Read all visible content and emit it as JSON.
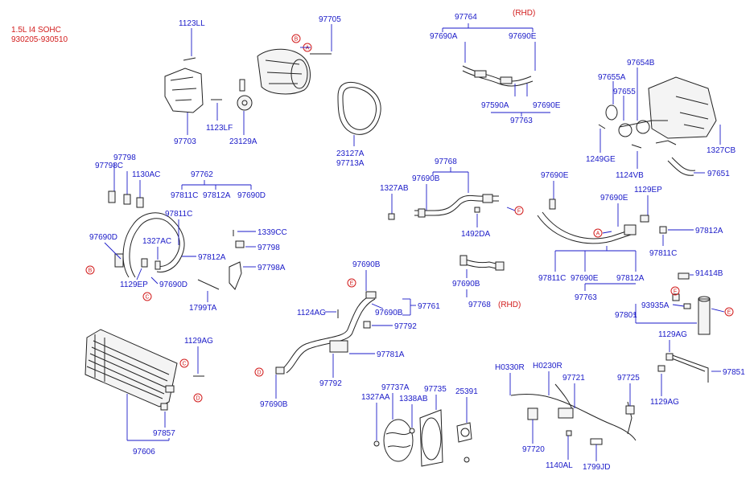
{
  "header": {
    "engine": "1.5L I4 SOHC",
    "date_range": "930205-930510"
  },
  "rhd_note": "(RHD)",
  "part_labels": {
    "p1123LL": "1123LL",
    "p97705": "97705",
    "p97703": "97703",
    "p1123LF": "1123LF",
    "p23129A": "23129A",
    "p23127A": "23127A",
    "p97713A": "97713A",
    "p97764": "97764",
    "p97690A_a": "97690A",
    "p97690E_a": "97690E",
    "p97590A": "97590A",
    "p97690E_b": "97690E",
    "p97763_top": "97763",
    "p97654B": "97654B",
    "p97655A": "97655A",
    "p97655": "97655",
    "p1249GE": "1249GE",
    "p1124VB": "1124VB",
    "p1327CB": "1327CB",
    "p97651": "97651",
    "p97798": "97798",
    "p97798C": "97798C",
    "p1130AC": "1130AC",
    "p97762": "97762",
    "p97811C_a": "97811C",
    "p97812A_a": "97812A",
    "p97690D_a": "97690D",
    "p97811C_b": "97811C",
    "p97690D_b": "97690D",
    "p1327AC": "1327AC",
    "p97812A_b": "97812A",
    "p1129EP_a": "1129EP",
    "p97690D_c": "97690D",
    "p1339CC": "1339CC",
    "p97798_b": "97798",
    "p97798A": "97798A",
    "p1799TA": "1799TA",
    "p97768_top": "97768",
    "p97690B_a": "97690B",
    "p1327AB": "1327AB",
    "p1492DA": "1492DA",
    "p97690B_b": "97690B",
    "p97768_rhd": "97768",
    "p97690E_c": "97690E",
    "p97690E_d": "97690E",
    "p1129EP_b": "1129EP",
    "p97812A_c": "97812A",
    "p97811C_c": "97811C",
    "p91414B": "91414B",
    "p97811C_d": "97811C",
    "p97690E_e": "97690E",
    "p97812A_d": "97812A",
    "p97763_mid": "97763",
    "p93935A": "93935A",
    "p97801": "97801",
    "p1129AG_a": "1129AG",
    "p97851": "97851",
    "p1129AG_b": "1129AG",
    "p97690B_c": "97690B",
    "p1124AG": "1124AG",
    "p97690B_d": "97690B",
    "p97761": "97761",
    "p97792_a": "97792",
    "p97781A": "97781A",
    "p97792_b": "97792",
    "p97690B_e": "97690B",
    "p1129AG_c": "1129AG",
    "p97857": "97857",
    "p97606": "97606",
    "p97737A": "97737A",
    "p1327AA": "1327AA",
    "p1338AB": "1338AB",
    "p97735": "97735",
    "p25391": "25391",
    "pH0330R": "H0330R",
    "pH0230R": "H0230R",
    "p97721": "97721",
    "p97725": "97725",
    "p97720": "97720",
    "p1140AL": "1140AL",
    "p1799JD": "1799JD"
  },
  "callouts": [
    "A",
    "B",
    "C",
    "D",
    "E",
    "F"
  ]
}
